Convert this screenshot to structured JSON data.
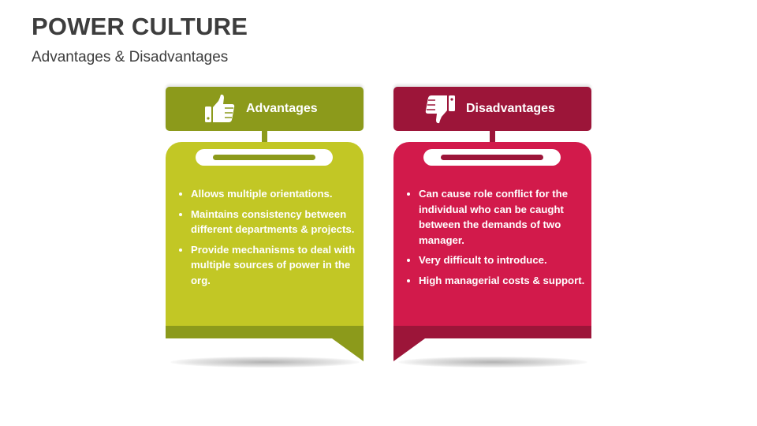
{
  "title": "POWER CULTURE",
  "subtitle": "Advantages & Disadvantages",
  "colors": {
    "adv_dark": "#8c9a1b",
    "adv_light": "#c2c725",
    "dis_dark": "#9c1539",
    "dis_light": "#d21a4b"
  },
  "advantages": {
    "icon": "thumbs-up-icon",
    "label": "Advantages",
    "items": [
      "Allows multiple orientations.",
      "Maintains consistency between different departments & projects.",
      "Provide mechanisms to deal with multiple sources of power in the org."
    ]
  },
  "disadvantages": {
    "icon": "thumbs-down-icon",
    "label": "Disadvantages",
    "items": [
      "Can cause role conflict for the individual who can be caught between the demands of two manager.",
      "Very difficult to introduce.",
      "High managerial costs & support."
    ]
  }
}
